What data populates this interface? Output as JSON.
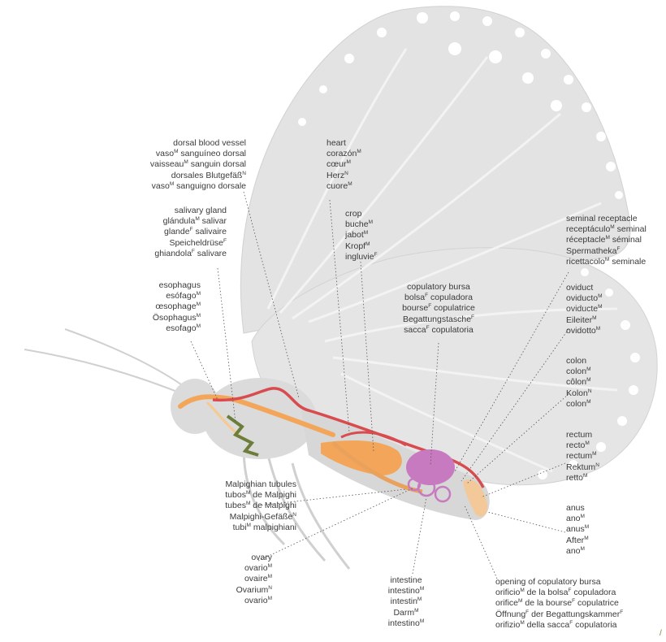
{
  "colors": {
    "wing_fill": "#e2e3e2",
    "wing_spot": "#ffffff",
    "body_fill": "#dadbda",
    "digestive": "#f3a65a",
    "blood_vessel": "#d84b4f",
    "reproductive": "#c77ac0",
    "ganglia": "#6d7d3a",
    "leader_line": "#555555",
    "text": "#3a3a3a"
  },
  "labels": {
    "dorsal_blood_vessel": [
      [
        [
          "dorsal blood vessel",
          ""
        ]
      ],
      [
        [
          "vaso",
          "M"
        ],
        [
          " sanguíneo dorsal",
          ""
        ]
      ],
      [
        [
          "vaisseau",
          "M"
        ],
        [
          " sanguin dorsal",
          ""
        ]
      ],
      [
        [
          "dorsales Blutgefäß",
          "N"
        ]
      ],
      [
        [
          "vaso",
          "M"
        ],
        [
          " sanguigno dorsale",
          ""
        ]
      ]
    ],
    "heart": [
      [
        [
          "heart",
          ""
        ]
      ],
      [
        [
          "corazón",
          "M"
        ]
      ],
      [
        [
          "cœur",
          "M"
        ]
      ],
      [
        [
          "Herz",
          "N"
        ]
      ],
      [
        [
          "cuore",
          "M"
        ]
      ]
    ],
    "salivary_gland": [
      [
        [
          "salivary gland",
          ""
        ]
      ],
      [
        [
          "glándula",
          "M"
        ],
        [
          " salivar",
          ""
        ]
      ],
      [
        [
          "glande",
          "F"
        ],
        [
          " salivaire",
          ""
        ]
      ],
      [
        [
          "Speicheldrüse",
          "F"
        ]
      ],
      [
        [
          "ghiandola",
          "F"
        ],
        [
          " salivare",
          ""
        ]
      ]
    ],
    "crop": [
      [
        [
          "crop",
          ""
        ]
      ],
      [
        [
          "buche",
          "M"
        ]
      ],
      [
        [
          "jabot",
          "M"
        ]
      ],
      [
        [
          "Kropf",
          "M"
        ]
      ],
      [
        [
          "ingluvie",
          "F"
        ]
      ]
    ],
    "esophagus": [
      [
        [
          "esophagus",
          ""
        ]
      ],
      [
        [
          "esófago",
          "M"
        ]
      ],
      [
        [
          "œsophage",
          "M"
        ]
      ],
      [
        [
          "Ösophagus",
          "M"
        ]
      ],
      [
        [
          "esofago",
          "M"
        ]
      ]
    ],
    "copulatory_bursa": [
      [
        [
          "copulatory bursa",
          ""
        ]
      ],
      [
        [
          "bolsa",
          "F"
        ],
        [
          " copuladora",
          ""
        ]
      ],
      [
        [
          "bourse",
          "F"
        ],
        [
          " copulatrice",
          ""
        ]
      ],
      [
        [
          "Begattungstasche",
          "F"
        ]
      ],
      [
        [
          "sacca",
          "F"
        ],
        [
          " copulatoria",
          ""
        ]
      ]
    ],
    "seminal_receptacle": [
      [
        [
          "seminal receptacle",
          ""
        ]
      ],
      [
        [
          "receptáculo",
          "M"
        ],
        [
          " seminal",
          ""
        ]
      ],
      [
        [
          "réceptacle",
          "M"
        ],
        [
          " séminal",
          ""
        ]
      ],
      [
        [
          "Spermatheka",
          "F"
        ]
      ],
      [
        [
          "ricettacolo",
          "M"
        ],
        [
          " seminale",
          ""
        ]
      ]
    ],
    "oviduct": [
      [
        [
          "oviduct",
          ""
        ]
      ],
      [
        [
          "oviducto",
          "M"
        ]
      ],
      [
        [
          "oviducte",
          "M"
        ]
      ],
      [
        [
          "Eileiter",
          "M"
        ]
      ],
      [
        [
          "ovidotto",
          "M"
        ]
      ]
    ],
    "colon": [
      [
        [
          "colon",
          ""
        ]
      ],
      [
        [
          "colon",
          "M"
        ]
      ],
      [
        [
          "côlon",
          "M"
        ]
      ],
      [
        [
          "Kolon",
          "N"
        ]
      ],
      [
        [
          "colon",
          "M"
        ]
      ]
    ],
    "rectum": [
      [
        [
          "rectum",
          ""
        ]
      ],
      [
        [
          "recto",
          "M"
        ]
      ],
      [
        [
          "rectum",
          "M"
        ]
      ],
      [
        [
          "Rektum",
          "N"
        ]
      ],
      [
        [
          "retto",
          "M"
        ]
      ]
    ],
    "malpighian_tubules": [
      [
        [
          "Malpighian tubules",
          ""
        ]
      ],
      [
        [
          "tubos",
          "M"
        ],
        [
          " de Malpighi",
          ""
        ]
      ],
      [
        [
          "tubes",
          "M"
        ],
        [
          " de Malpighi",
          ""
        ]
      ],
      [
        [
          "Malpighi-Gefäße",
          "N"
        ]
      ],
      [
        [
          "tubi",
          "M"
        ],
        [
          " malpighiani",
          ""
        ]
      ]
    ],
    "anus": [
      [
        [
          "anus",
          ""
        ]
      ],
      [
        [
          "ano",
          "M"
        ]
      ],
      [
        [
          "anus",
          "M"
        ]
      ],
      [
        [
          "After",
          "M"
        ]
      ],
      [
        [
          "ano",
          "M"
        ]
      ]
    ],
    "ovary": [
      [
        [
          "ovary",
          ""
        ]
      ],
      [
        [
          "ovario",
          "M"
        ]
      ],
      [
        [
          "ovaire",
          "M"
        ]
      ],
      [
        [
          "Ovarium",
          "N"
        ]
      ],
      [
        [
          "ovario",
          "M"
        ]
      ]
    ],
    "intestine": [
      [
        [
          "intestine",
          ""
        ]
      ],
      [
        [
          "intestino",
          "M"
        ]
      ],
      [
        [
          "intestin",
          "M"
        ]
      ],
      [
        [
          "Darm",
          "M"
        ]
      ],
      [
        [
          "intestino",
          "M"
        ]
      ]
    ],
    "opening_copulatory_bursa": [
      [
        [
          "opening of copulatory bursa",
          ""
        ]
      ],
      [
        [
          "orificio",
          "M"
        ],
        [
          " de la bolsa",
          "F"
        ],
        [
          " copuladora",
          ""
        ]
      ],
      [
        [
          "orifice",
          "M"
        ],
        [
          " de la bourse",
          "F"
        ],
        [
          " copulatrice",
          ""
        ]
      ],
      [
        [
          "Öffnung",
          "F"
        ],
        [
          " der Begattungskammer",
          "F"
        ]
      ],
      [
        [
          "orifizio",
          "M"
        ],
        [
          " della sacca",
          "F"
        ],
        [
          " copulatoria",
          ""
        ]
      ]
    ]
  }
}
